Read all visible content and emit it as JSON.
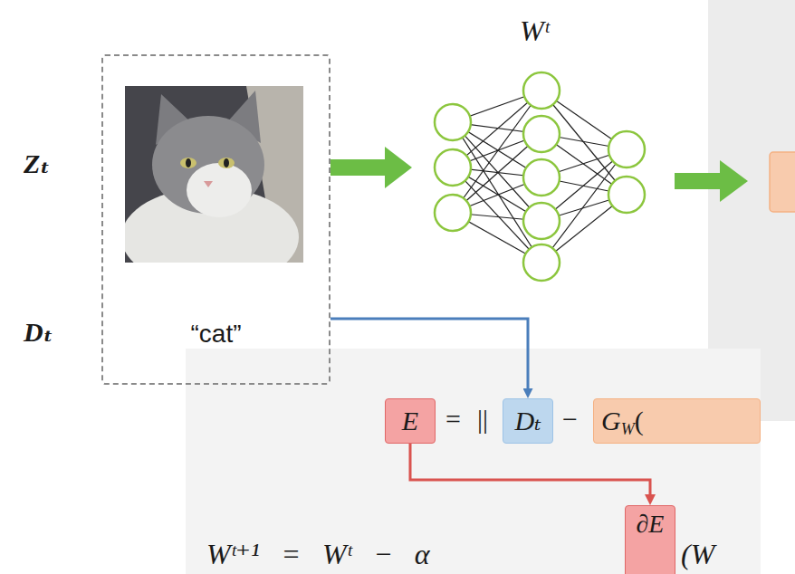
{
  "diagram": {
    "nodes": [
      {
        "text": [
          "“cat”"
        ]
      },
      {
        "text": [
          "Wᵗ"
        ]
      },
      {
        "text": [
          "E"
        ]
      },
      {
        "text": [
          "Dₜ"
        ]
      },
      {
        "text": [
          "G",
          "W",
          "("
        ]
      },
      {
        "text": [
          "∂E"
        ]
      }
    ],
    "edges": [
      {
        "from": 0,
        "to": 1,
        "arrow": "to"
      },
      {
        "from": 0,
        "to": 3,
        "arrow": "to"
      },
      {
        "from": 2,
        "to": 5,
        "arrow": "to"
      }
    ],
    "labels": [
      "Zₜ",
      "Dₜ",
      "=",
      "||",
      "−",
      "Wᵗ⁺¹ = Wᵗ − α",
      "(W"
    ]
  }
}
